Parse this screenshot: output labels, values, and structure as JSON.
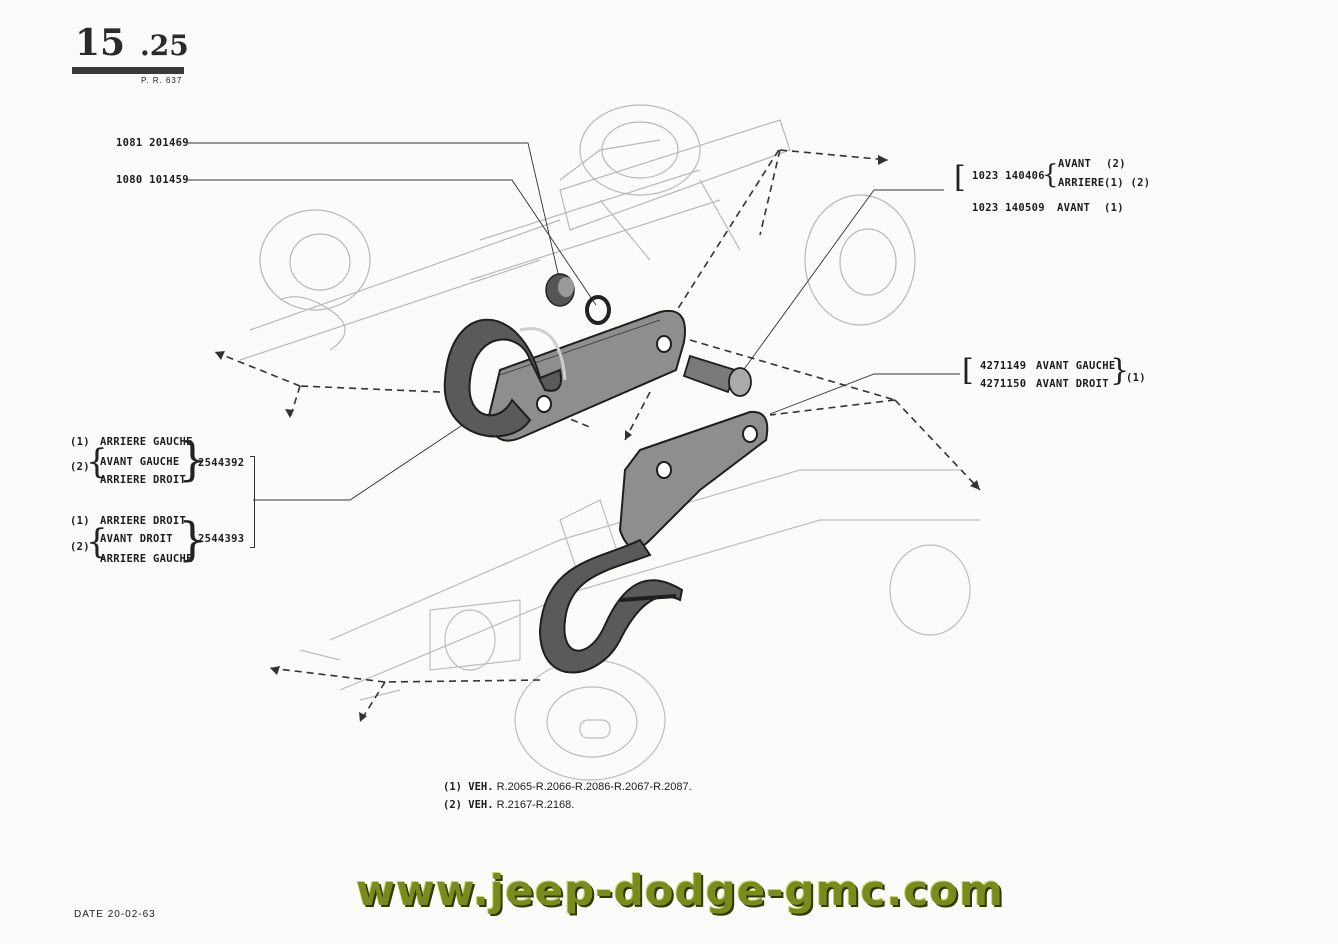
{
  "header": {
    "page_main": "15",
    "page_sub": ".25",
    "reference": "P. R. 637"
  },
  "parts": {
    "nut": "1081 201469",
    "washer": "1080 101459",
    "bolt_a": {
      "number": "1023 140406",
      "pos1": "AVANT",
      "pos1_note": "(2)",
      "pos2": "ARRIERE",
      "pos2_note": "(1) (2)"
    },
    "bolt_b": {
      "number": "1023 140509",
      "pos": "AVANT",
      "note": "(1)"
    },
    "pin_left": {
      "number": "4271149",
      "pos": "AVANT GAUCHE"
    },
    "pin_right": {
      "number": "4271150",
      "pos": "AVANT DROIT"
    },
    "pin_note": "(1)",
    "hook_a": {
      "number": "2544392",
      "n1": "(1)",
      "r1": "ARRIERE GAUCHE",
      "n2": "(2)",
      "r2": "AVANT GAUCHE",
      "r3": "ARRIERE DROIT"
    },
    "hook_b": {
      "number": "2544393",
      "n1": "(1)",
      "r1": "ARRIERE DROIT",
      "n2": "(2)",
      "r2": "AVANT DROIT",
      "r3": "ARRIERE GAUCHE"
    }
  },
  "notes": [
    {
      "mark": "(1) VEH.",
      "text": "R.2065-R.2066-R.2086-R.2067-R.2087."
    },
    {
      "mark": "(2) VEH.",
      "text": "R.2167-R.2168."
    }
  ],
  "date": "DATE 20-02-63",
  "watermark": "www.jeep-dodge-gmc.com"
}
